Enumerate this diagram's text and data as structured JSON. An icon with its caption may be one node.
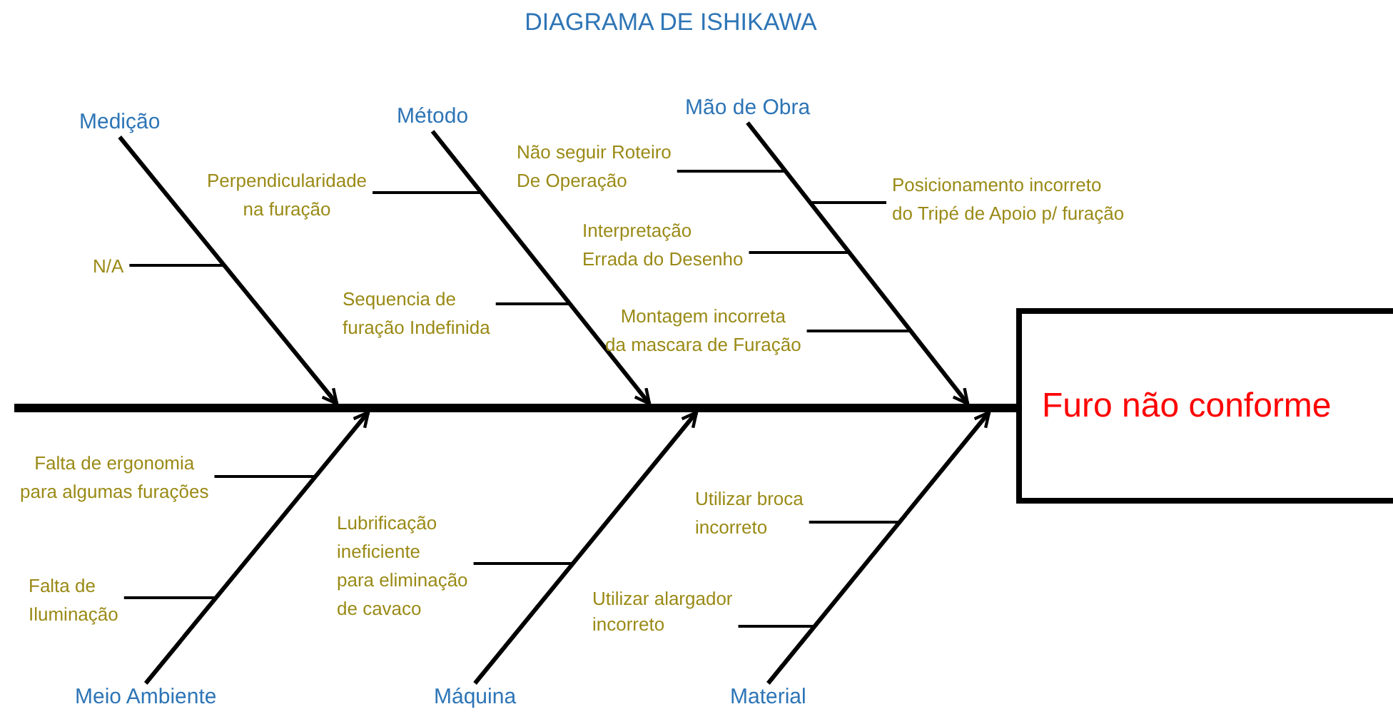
{
  "diagram": {
    "title": "DIAGRAMA DE ISHIKAWA",
    "nodes": [
      {
        "text": [
          "Furo não conforme"
        ]
      },
      {
        "text": [],
        "shape": "bar"
      },
      {
        "text": [
          "Medição"
        ]
      },
      {
        "text": [
          "Método"
        ]
      },
      {
        "text": [
          "Mão de Obra"
        ]
      },
      {
        "text": [
          "Meio Ambiente"
        ]
      },
      {
        "text": [
          "Máquina"
        ]
      },
      {
        "text": [
          "Material"
        ]
      },
      {
        "text": [
          "N/A"
        ]
      },
      {
        "text": [
          "Perpendicularidade na furação"
        ]
      },
      {
        "text": [
          "Sequencia de furação Indefinida"
        ]
      },
      {
        "text": [
          "Não seguir Roteiro De Operação"
        ]
      },
      {
        "text": [
          "Posicionamento incorreto do Tripé de Apoio p/ furação"
        ]
      },
      {
        "text": [
          "Interpretação Errada do Desenho"
        ]
      },
      {
        "text": [
          "Montagem incorreta da mascara de Furação"
        ]
      },
      {
        "text": [
          "Falta de ergonomia para algumas furações"
        ]
      },
      {
        "text": [
          "Falta de Iluminação"
        ]
      },
      {
        "text": [
          "Lubrificação ineficiente para eliminação de cavaco"
        ]
      },
      {
        "text": [
          "Utilizar broca incorreto"
        ]
      },
      {
        "text": [
          "Utilizar alargador incorreto"
        ]
      }
    ],
    "edges": [
      {
        "from": 2,
        "to": 1,
        "arrow": "to"
      },
      {
        "from": 3,
        "to": 1,
        "arrow": "to"
      },
      {
        "from": 4,
        "to": 1,
        "arrow": "to"
      },
      {
        "from": 5,
        "to": 1,
        "arrow": "to"
      },
      {
        "from": 6,
        "to": 1,
        "arrow": "to"
      },
      {
        "from": 7,
        "to": 1,
        "arrow": "to"
      },
      {
        "from": 8,
        "to": null,
        "arrow": "none"
      },
      {
        "from": 9,
        "to": null,
        "arrow": "none"
      },
      {
        "from": 10,
        "to": null,
        "arrow": "none"
      },
      {
        "from": 11,
        "to": null,
        "arrow": "none"
      },
      {
        "from": 12,
        "to": null,
        "arrow": "none"
      },
      {
        "from": 13,
        "to": null,
        "arrow": "none"
      },
      {
        "from": 14,
        "to": null,
        "arrow": "none"
      },
      {
        "from": 15,
        "to": null,
        "arrow": "none"
      },
      {
        "from": 16,
        "to": null,
        "arrow": "none"
      },
      {
        "from": 17,
        "to": null,
        "arrow": "none"
      },
      {
        "from": 18,
        "to": null,
        "arrow": "none"
      },
      {
        "from": 19,
        "to": null,
        "arrow": "none"
      }
    ]
  }
}
